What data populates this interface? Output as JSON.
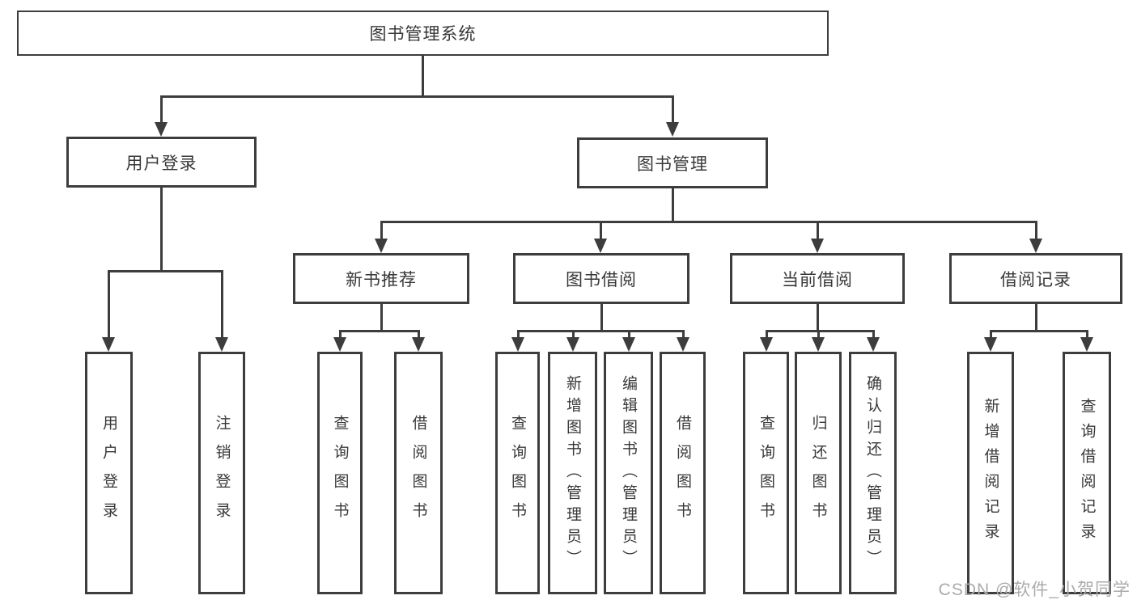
{
  "title": "图书管理系统",
  "nodes": {
    "root": "图书管理系统",
    "user_login": "用户登录",
    "book_mgmt": "图书管理",
    "new_book_rec": "新书推荐",
    "book_borrow": "图书借阅",
    "current_borrow": "当前借阅",
    "borrow_records": "借阅记录",
    "leaves": {
      "user_login": [
        "用户登录",
        "注销登录"
      ],
      "new_book_rec": [
        "查询图书",
        "借阅图书"
      ],
      "book_borrow": [
        "查询图书",
        "新增图书（管理员）",
        "编辑图书（管理员）",
        "借阅图书"
      ],
      "current_borrow": [
        "查询图书",
        "归还图书",
        "确认归还（管理员）"
      ],
      "borrow_records": [
        "新增借阅记录",
        "查询借阅记录"
      ]
    }
  },
  "colors": {
    "line": "#3d3d3d",
    "text": "#383838",
    "background": "#ffffff",
    "watermark": "#ababab"
  },
  "watermark": "CSDN @软件_小贺同学"
}
